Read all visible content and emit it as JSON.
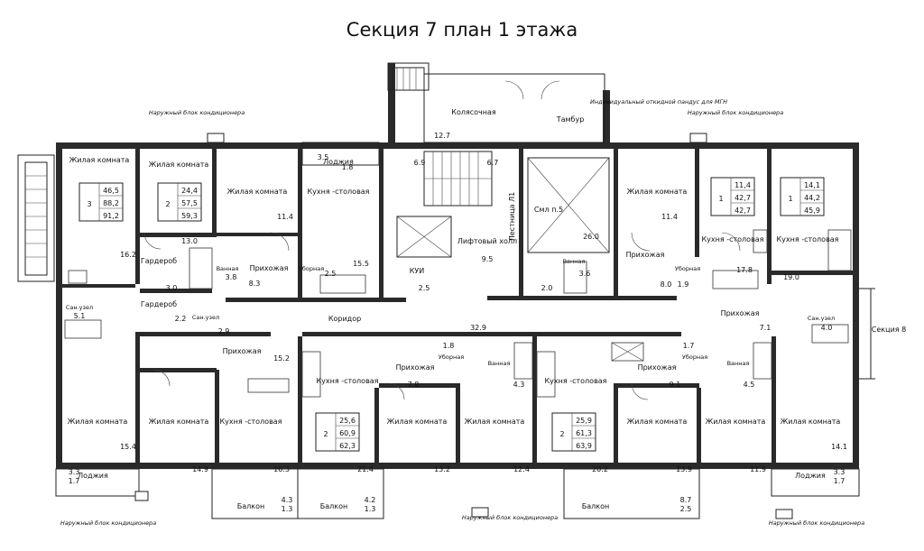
{
  "title": "Секция 7 план 1 этажа",
  "section_ref": "Секция 8",
  "common": {
    "stroller_room": "Колясочная",
    "vestibule": "Тамбур",
    "corridor": "Коридор",
    "lift_hall": "Лифтовый холл",
    "stair": "Лестница Л1",
    "shaft": "Смл п.5",
    "kui": "КУИ",
    "mgn_note": "Индивидуальный откидной пандус для МГН",
    "area_127": "12.7",
    "area_69": "6.9",
    "area_67": "6.7",
    "area_260": "26.0",
    "area_95": "9.5",
    "area_25": "2.5",
    "area_329": "32.9"
  },
  "notes": {
    "ac_unit": "Наружный блок кондиционера"
  },
  "rooms": {
    "living": "Жилая комната",
    "kitchen": "Кухня -столовая",
    "hall": "Прихожая",
    "bath": "Ванная",
    "wc": "Уборная",
    "bathroom": "Сан.узел",
    "wardrobe": "Гардероб",
    "loggia": "Лоджия",
    "balcony": "Балкон"
  },
  "apartments": [
    {
      "rooms": "3",
      "a": "46,5",
      "b": "88,2",
      "c": "91,2"
    },
    {
      "rooms": "2",
      "a": "24,4",
      "b": "57,5",
      "c": "59,3"
    },
    {
      "rooms": "1",
      "a": "11,4",
      "b": "42,7",
      "c": "42,7"
    },
    {
      "rooms": "1",
      "a": "14,1",
      "b": "44,2",
      "c": "45,9"
    },
    {
      "rooms": "2",
      "a": "25,6",
      "b": "60,9",
      "c": "62,3"
    },
    {
      "rooms": "2",
      "a": "25,9",
      "b": "61,3",
      "c": "63,9"
    }
  ],
  "areas": {
    "a162": "16.2",
    "a130": "13.0",
    "a114a": "11.4",
    "a35": "3.5",
    "a18a": "1.8",
    "a155": "15.5",
    "a38": "3.8",
    "a30": "3.0",
    "a83": "8.3",
    "a25": "2.5",
    "a51": "5.1",
    "a22": "2.2",
    "a29": "2.9",
    "a152": "15.2",
    "a154": "15.4",
    "a149": "14.9",
    "a163": "16.3",
    "a214": "21.4",
    "a33": "3.3",
    "a17a": "1.7",
    "a43": "4.3",
    "a13": "1.3",
    "a42": "4.2",
    "a13b": "1.3",
    "a114b": "11.4",
    "a178": "17.8",
    "a190": "19.0",
    "a80": "8.0",
    "a19": "1.9",
    "a36": "3.6",
    "a20": "2.0",
    "a40": "4.0",
    "a71": "7.1",
    "a18b": "1.8",
    "a78": "7.8",
    "a43b": "4.3",
    "a132": "13.2",
    "a124": "12.4",
    "a202": "20.2",
    "a91": "9.1",
    "a17b": "1.7",
    "a45": "4.5",
    "a139": "13.9",
    "a119": "11.9",
    "a141": "14.1",
    "a33b": "3.3",
    "a17c": "1.7",
    "a87": "8.7",
    "a25b": "2.5"
  }
}
